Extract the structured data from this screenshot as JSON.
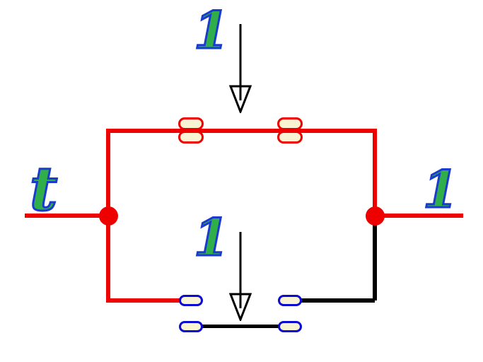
{
  "labels": {
    "top_switch": "1",
    "bottom_switch": "1",
    "left_terminal": "t",
    "right_terminal": "1"
  },
  "switches": {
    "top": {
      "state": "closed"
    },
    "bottom": {
      "state": "open"
    }
  },
  "icons": {
    "top_arrow": "down-arrow-icon",
    "bottom_arrow": "down-arrow-icon"
  },
  "colors": {
    "background": "#ffffff",
    "wire_active": "#ee0000",
    "wire_inactive": "#000000",
    "junction": "#ee0000",
    "pad_fill": "#f8f3d2",
    "pad_outline_top": "#ee0000",
    "pad_outline_bottom": "#0a0ad0",
    "label_fill": "#2fae4a",
    "label_outline": "#1a3ad0",
    "arrow": "#000000"
  }
}
